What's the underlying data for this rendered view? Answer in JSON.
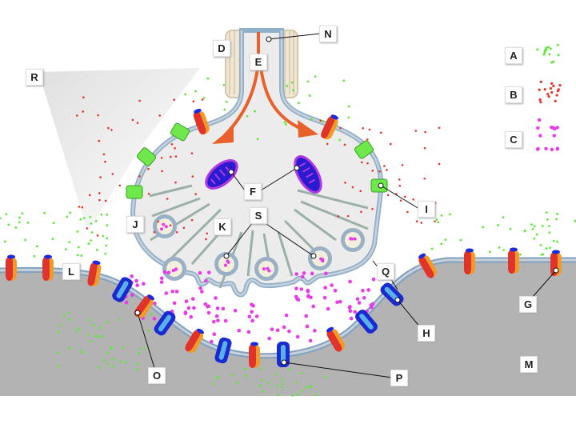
{
  "labels": {
    "A": "A",
    "B": "B",
    "C": "C",
    "D": "D",
    "E": "E",
    "F": "F",
    "G": "G",
    "H": "H",
    "I": "I",
    "J": "J",
    "K": "K",
    "L": "L",
    "M": "M",
    "N": "N",
    "O": "O",
    "P": "P",
    "Q": "Q",
    "R": "R",
    "S": "S"
  },
  "colors": {
    "postsynaptic": "#b3b3b3",
    "cytoplasm": "#ececec",
    "membrane": "#9ab0c4",
    "green_particles": "#5ee83a",
    "red_particles": "#e8332a",
    "magenta_particles": "#e83ae8",
    "arrow": "#e8602a"
  }
}
